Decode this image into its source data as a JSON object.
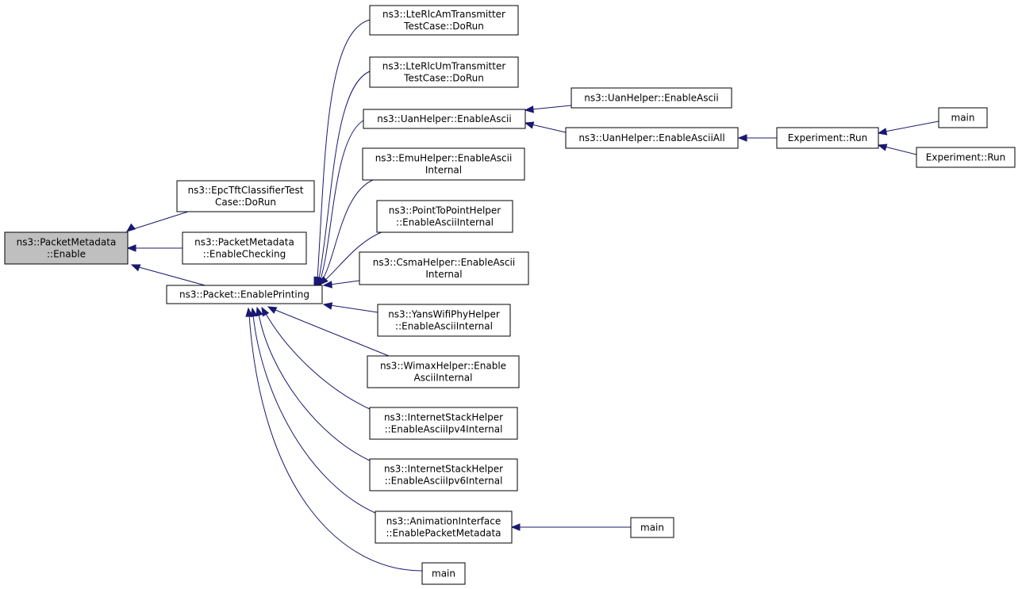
{
  "graph": {
    "type": "caller-graph",
    "colors": {
      "edge": "#191970",
      "root_fill": "#bfbfbf",
      "node_fill": "#ffffff",
      "node_border": "#000000"
    },
    "nodes": [
      {
        "id": "enable",
        "lines": [
          "ns3::PacketMetadata",
          "::Enable"
        ],
        "root": true
      },
      {
        "id": "epc-tft",
        "lines": [
          "ns3::EpcTftClassifierTest",
          "Case::DoRun"
        ]
      },
      {
        "id": "enable-checking",
        "lines": [
          "ns3::PacketMetadata",
          "::EnableChecking"
        ]
      },
      {
        "id": "enable-printing",
        "lines": [
          "ns3::Packet::EnablePrinting"
        ]
      },
      {
        "id": "lte-am",
        "lines": [
          "ns3::LteRlcAmTransmitter",
          "TestCase::DoRun"
        ]
      },
      {
        "id": "lte-um",
        "lines": [
          "ns3::LteRlcUmTransmitter",
          "TestCase::DoRun"
        ]
      },
      {
        "id": "uan-ascii",
        "lines": [
          "ns3::UanHelper::EnableAscii"
        ]
      },
      {
        "id": "emu-ascii",
        "lines": [
          "ns3::EmuHelper::EnableAscii",
          "Internal"
        ]
      },
      {
        "id": "p2p-ascii",
        "lines": [
          "ns3::PointToPointHelper",
          "::EnableAsciiInternal"
        ]
      },
      {
        "id": "csma-ascii",
        "lines": [
          "ns3::CsmaHelper::EnableAscii",
          "Internal"
        ]
      },
      {
        "id": "yans-ascii",
        "lines": [
          "ns3::YansWifiPhyHelper",
          "::EnableAsciiInternal"
        ]
      },
      {
        "id": "wimax-ascii",
        "lines": [
          "ns3::WimaxHelper::Enable",
          "AsciiInternal"
        ]
      },
      {
        "id": "inet-ipv4",
        "lines": [
          "ns3::InternetStackHelper",
          "::EnableAsciiIpv4Internal"
        ]
      },
      {
        "id": "inet-ipv6",
        "lines": [
          "ns3::InternetStackHelper",
          "::EnableAsciiIpv6Internal"
        ]
      },
      {
        "id": "anim",
        "lines": [
          "ns3::AnimationInterface",
          "::EnablePacketMetadata"
        ]
      },
      {
        "id": "main-a",
        "lines": [
          "main"
        ]
      },
      {
        "id": "uan-ascii2",
        "lines": [
          "ns3::UanHelper::EnableAscii"
        ]
      },
      {
        "id": "uan-ascii-all",
        "lines": [
          "ns3::UanHelper::EnableAsciiAll"
        ]
      },
      {
        "id": "exp-run-1",
        "lines": [
          "Experiment::Run"
        ]
      },
      {
        "id": "main-b",
        "lines": [
          "main"
        ]
      },
      {
        "id": "exp-run-2",
        "lines": [
          "Experiment::Run"
        ]
      },
      {
        "id": "main-c",
        "lines": [
          "main"
        ]
      }
    ]
  }
}
